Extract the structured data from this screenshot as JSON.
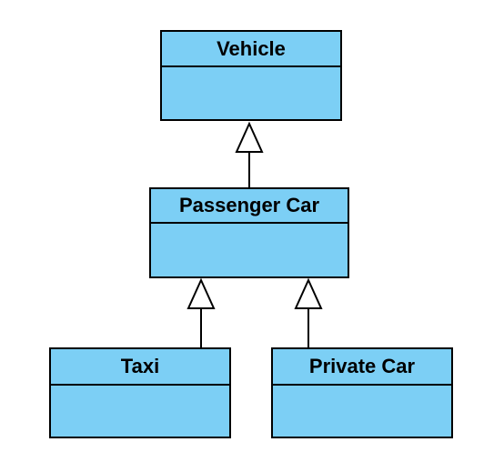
{
  "colors": {
    "class_fill": "#7ccff5",
    "border": "#000000",
    "background": "#ffffff"
  },
  "classes": {
    "vehicle": {
      "name": "Vehicle"
    },
    "passenger_car": {
      "name": "Passenger Car"
    },
    "taxi": {
      "name": "Taxi"
    },
    "private_car": {
      "name": "Private Car"
    }
  },
  "relations": [
    {
      "type": "generalization",
      "from": "passenger_car",
      "to": "vehicle"
    },
    {
      "type": "generalization",
      "from": "taxi",
      "to": "passenger_car"
    },
    {
      "type": "generalization",
      "from": "private_car",
      "to": "passenger_car"
    }
  ]
}
